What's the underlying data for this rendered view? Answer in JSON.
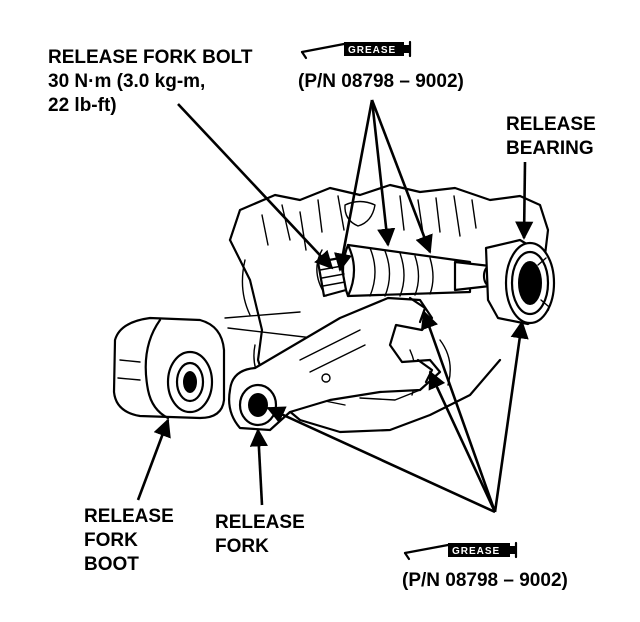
{
  "callouts": {
    "fork_bolt": {
      "line1": "RELEASE FORK BOLT",
      "line2": "30 N·m (3.0 kg-m,",
      "line3": "22 lb-ft)"
    },
    "grease_top": {
      "tube_label": "GREASE",
      "part_number": "(P/N 08798 – 9002)"
    },
    "release_bearing": {
      "line1": "RELEASE",
      "line2": "BEARING"
    },
    "release_fork_boot": {
      "line1": "RELEASE",
      "line2": "FORK",
      "line3": "BOOT"
    },
    "release_fork": {
      "line1": "RELEASE",
      "line2": "FORK"
    },
    "grease_bottom": {
      "tube_label": "GREASE",
      "part_number": "(P/N 08798 – 9002)"
    }
  },
  "colors": {
    "ink": "#000000",
    "paper": "#ffffff"
  }
}
